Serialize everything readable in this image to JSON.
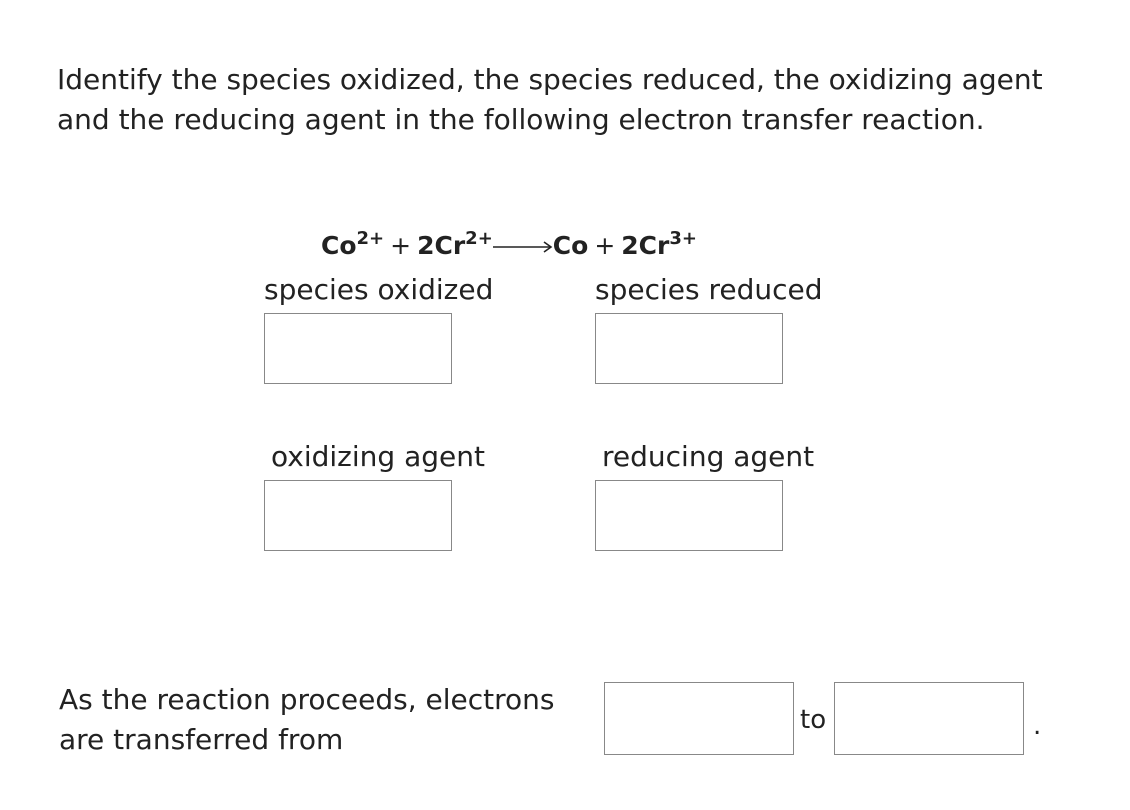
{
  "question": {
    "text": "Identify the species oxidized, the species reduced, the oxidizing agent and the reducing agent in the following electron transfer reaction."
  },
  "equation": {
    "reactant1": "Co",
    "reactant1_charge": "2+",
    "plus_1": "+",
    "reactant2": "2Cr",
    "reactant2_charge": "2+",
    "product1": "Co",
    "plus_2": "+",
    "product2": "2Cr",
    "product2_charge": "3+"
  },
  "fields": {
    "species_oxidized": {
      "label": "species oxidized",
      "value": ""
    },
    "species_reduced": {
      "label": "species reduced",
      "value": ""
    },
    "oxidizing_agent": {
      "label": "oxidizing agent",
      "value": ""
    },
    "reducing_agent": {
      "label": "reducing agent",
      "value": ""
    }
  },
  "transfer": {
    "sentence": "As the reaction proceeds, electrons are transferred from",
    "from_value": "",
    "connector": "to",
    "to_value": "",
    "end_punct": "."
  }
}
